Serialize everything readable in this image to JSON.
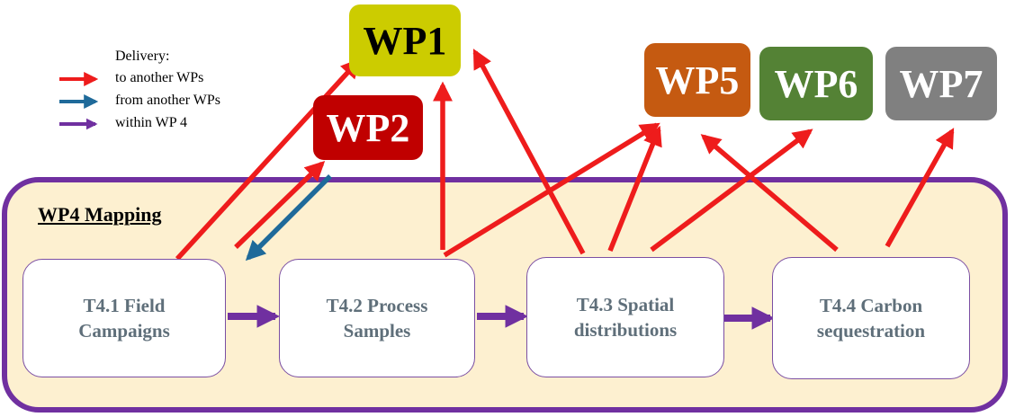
{
  "legend": {
    "title": "Delivery:",
    "items": [
      {
        "label": "to another WPs",
        "color": "#ee1c1c"
      },
      {
        "label": "from another WPs",
        "color": "#1f6a9a"
      },
      {
        "label": "within WP 4",
        "color": "#7030a0"
      }
    ]
  },
  "frame": {
    "title": "WP4 Mapping",
    "fill": "#fdf0d0",
    "border": "#7030a0"
  },
  "work_packages": [
    {
      "id": "wp1",
      "label": "WP1",
      "fill": "#cccc00",
      "text": "#000000"
    },
    {
      "id": "wp2",
      "label": "WP2",
      "fill": "#c00000",
      "text": "#ffffff"
    },
    {
      "id": "wp5",
      "label": "WP5",
      "fill": "#c55a11",
      "text": "#ffffff"
    },
    {
      "id": "wp6",
      "label": "WP6",
      "fill": "#548235",
      "text": "#ffffff"
    },
    {
      "id": "wp7",
      "label": "WP7",
      "fill": "#808080",
      "text": "#ffffff"
    }
  ],
  "tasks": [
    {
      "id": "t41",
      "label": "T4.1 Field Campaigns"
    },
    {
      "id": "t42",
      "label": "T4.2 Process Samples"
    },
    {
      "id": "t43",
      "label": "T4.3 Spatial distributions"
    },
    {
      "id": "t44",
      "label": "T4.4 Carbon sequestration"
    }
  ],
  "deliveries": [
    {
      "from": "t41",
      "to": "wp1",
      "type": "to"
    },
    {
      "from": "t41",
      "to": "wp2",
      "type": "to"
    },
    {
      "from": "wp2",
      "to": "t41",
      "type": "from"
    },
    {
      "from": "t42",
      "to": "wp1",
      "type": "to"
    },
    {
      "from": "t42",
      "to": "wp5",
      "type": "to"
    },
    {
      "from": "t43",
      "to": "wp1",
      "type": "to"
    },
    {
      "from": "t43",
      "to": "wp5",
      "type": "to"
    },
    {
      "from": "t43",
      "to": "wp6",
      "type": "to"
    },
    {
      "from": "t44",
      "to": "wp5",
      "type": "to"
    },
    {
      "from": "t44",
      "to": "wp7",
      "type": "to"
    },
    {
      "from": "t41",
      "to": "t42",
      "type": "within"
    },
    {
      "from": "t42",
      "to": "t43",
      "type": "within"
    },
    {
      "from": "t43",
      "to": "t44",
      "type": "within"
    }
  ]
}
